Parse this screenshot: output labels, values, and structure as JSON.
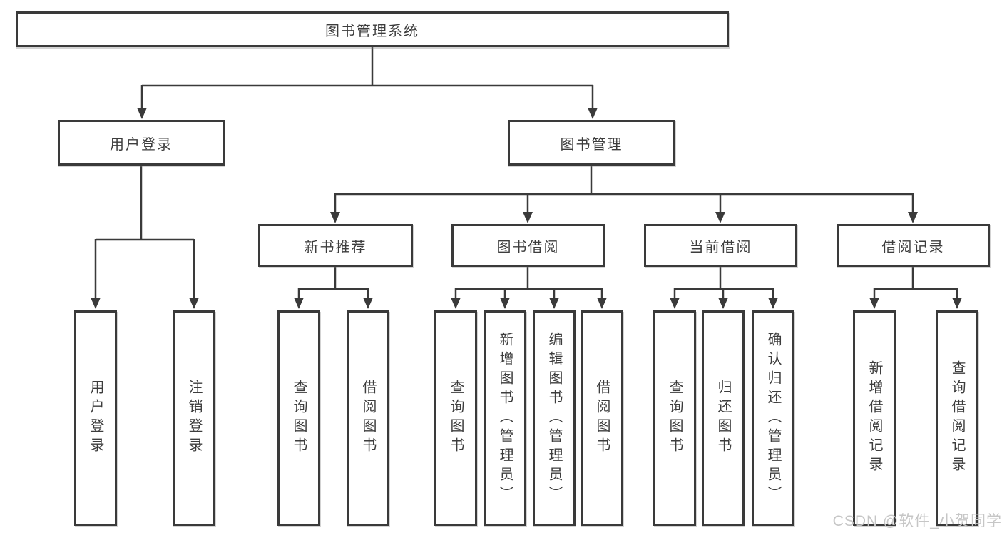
{
  "diagram": {
    "root": {
      "label": "图书管理系统"
    },
    "branches": [
      {
        "label": "用户登录",
        "children": [
          {
            "label": "用户登录"
          },
          {
            "label": "注销登录"
          }
        ]
      },
      {
        "label": "图书管理",
        "children": [
          {
            "label": "新书推荐",
            "children": [
              {
                "label": "查询图书"
              },
              {
                "label": "借阅图书"
              }
            ]
          },
          {
            "label": "图书借阅",
            "children": [
              {
                "label": "查询图书"
              },
              {
                "label": "新增图书（管理员）"
              },
              {
                "label": "编辑图书（管理员）"
              },
              {
                "label": "借阅图书"
              }
            ]
          },
          {
            "label": "当前借阅",
            "children": [
              {
                "label": "查询图书"
              },
              {
                "label": "归还图书"
              },
              {
                "label": "确认归还（管理员）"
              }
            ]
          },
          {
            "label": "借阅记录",
            "children": [
              {
                "label": "新增借阅记录"
              },
              {
                "label": "查询借阅记录"
              }
            ]
          }
        ]
      }
    ]
  },
  "watermark": {
    "text": "CSDN @软件_小贺同学"
  },
  "colors": {
    "box_border": "#3a3a3a",
    "connector_line": "#3a3a3a",
    "text": "#3d3d3d",
    "watermark_text": "#c6c6c6",
    "background": "#ffffff"
  }
}
